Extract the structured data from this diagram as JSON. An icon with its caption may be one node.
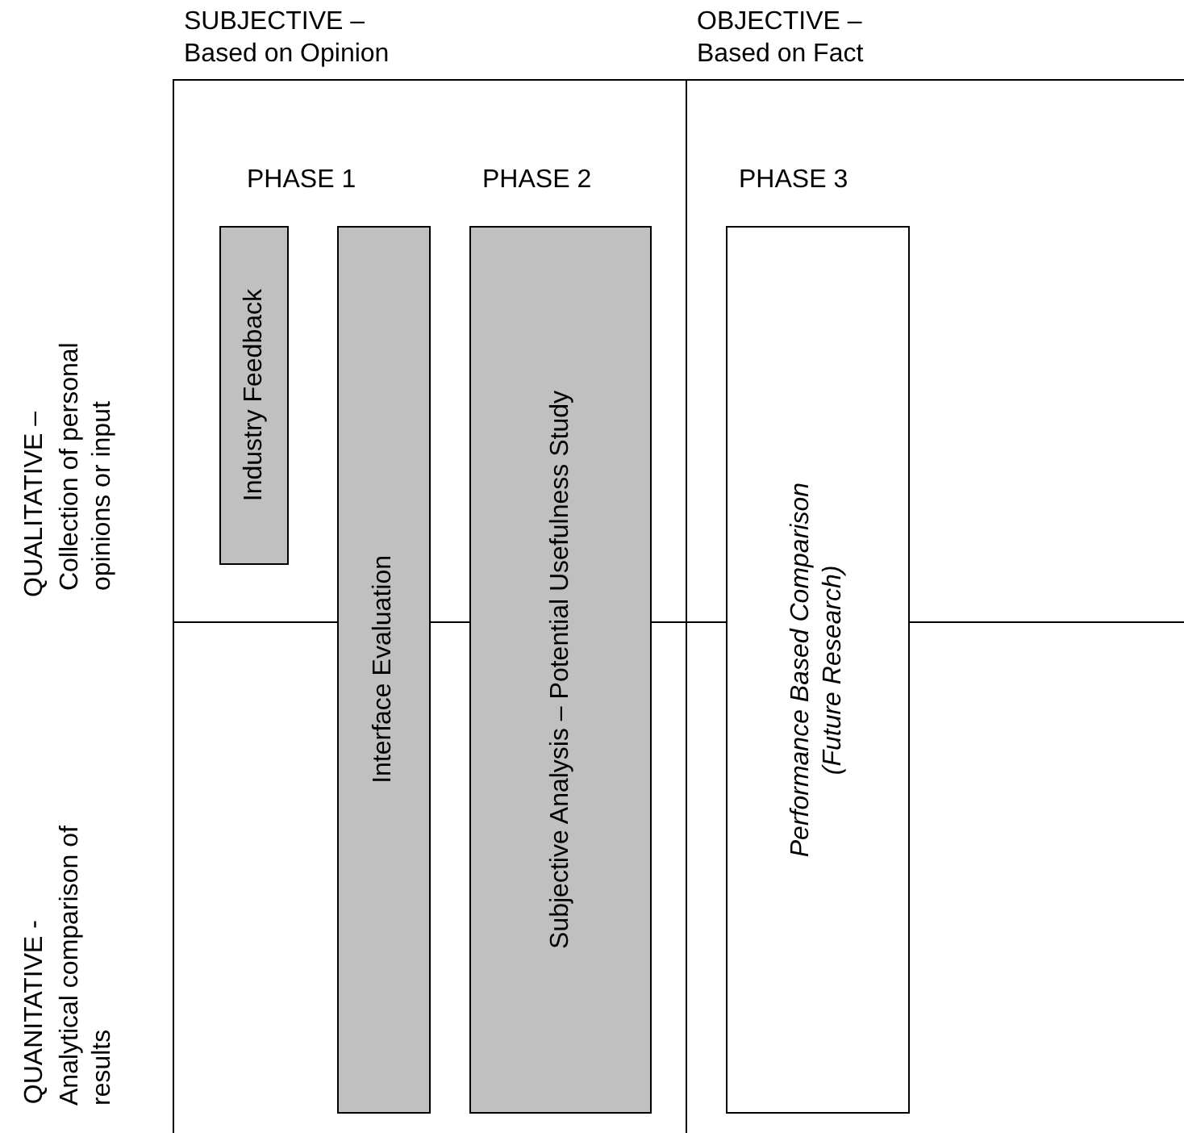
{
  "diagram": {
    "nodes": [
      {
        "text": [
          "Industry Feedback"
        ]
      },
      {
        "text": [
          "Interface Evaluation"
        ]
      },
      {
        "text": [
          "Subjective Analysis – Potential Usefulness Study"
        ]
      },
      {
        "text": [
          "Performance Based Comparison",
          "(Future Research)"
        ]
      }
    ],
    "labels": [
      "SUBJECTIVE –",
      "Based on Opinion",
      "OBJECTIVE –",
      "Based on Fact",
      "PHASE 1",
      "PHASE 2",
      "PHASE 3",
      "QUALITATIVE –",
      "Collection of personal opinions or input",
      "QUANITATIVE -",
      "Analytical comparison of results"
    ]
  }
}
